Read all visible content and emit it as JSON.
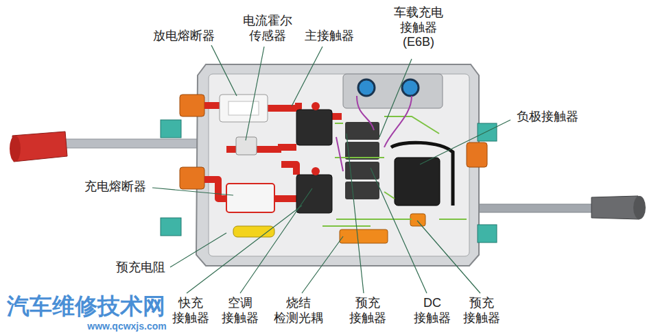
{
  "diagram": {
    "labels": [
      "放电熔断器",
      "电流霍尔 传感器",
      "主接触器",
      "车载充电 接触器 (E6B)",
      "负极接触器",
      "充电熔断器",
      "预充电阻",
      "快充 接触器",
      "空调 接触器",
      "烧结 检测光耦",
      "预充 接触器",
      "DC 接触器",
      "预充 接触器",
      "汽车维修技术网",
      "www.qcwxjs.com"
    ]
  }
}
